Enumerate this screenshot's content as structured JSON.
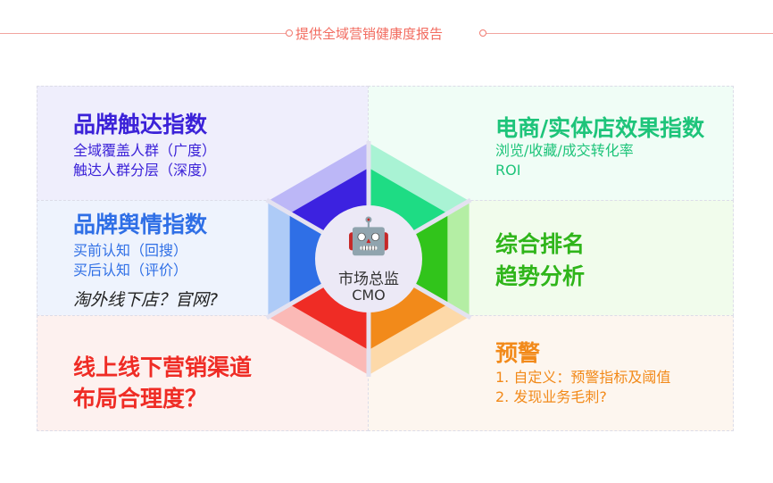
{
  "header": {
    "title": "提供全域营销健康度报告",
    "color": "#f26b5f"
  },
  "panels": {
    "brand_reach": {
      "title": "品牌触达指数",
      "lines": [
        "全域覆盖人群（广度）",
        "触达人群分层（深度）"
      ],
      "color": "#3b22d8"
    },
    "brand_sentiment": {
      "title": "品牌舆情指数",
      "lines": [
        "买前认知（回搜）",
        "买后认知（评价）"
      ],
      "note": "淘外线下店？官网?",
      "color": "#2f6fe6"
    },
    "channel": {
      "title_lines": [
        "线上线下营销渠道",
        "布局合理度？"
      ],
      "color": "#ef2c25"
    },
    "ecommerce": {
      "title": "电商/实体店效果指数",
      "lines": [
        "浏览/收藏/成交转化率",
        "ROI"
      ],
      "color": "#1ec47a"
    },
    "ranking": {
      "title_lines": [
        "综合排名",
        "趋势分析"
      ],
      "color": "#2fb51a"
    },
    "warning": {
      "title": "预警",
      "lines": [
        "1. 自定义：预警指标及阈值",
        "2. 发现业务毛刺?"
      ],
      "color": "#f28a1a"
    }
  },
  "center": {
    "title": "市场总监",
    "subtitle": "CMO",
    "icon": "cmo-avatar-icon"
  },
  "hexagon": {
    "segments": [
      {
        "name": "ecommerce",
        "dark": "#1edc84",
        "light": "#a9f3d4"
      },
      {
        "name": "ranking",
        "dark": "#31c41b",
        "light": "#b4eea4"
      },
      {
        "name": "warning",
        "dark": "#f28a1a",
        "light": "#fdd9a9"
      },
      {
        "name": "channel",
        "dark": "#ef2c25",
        "light": "#fbb9b6"
      },
      {
        "name": "sentiment",
        "dark": "#2f6fe6",
        "light": "#aecbf7"
      },
      {
        "name": "reach",
        "dark": "#3c22e0",
        "light": "#bcb7f7"
      }
    ]
  }
}
